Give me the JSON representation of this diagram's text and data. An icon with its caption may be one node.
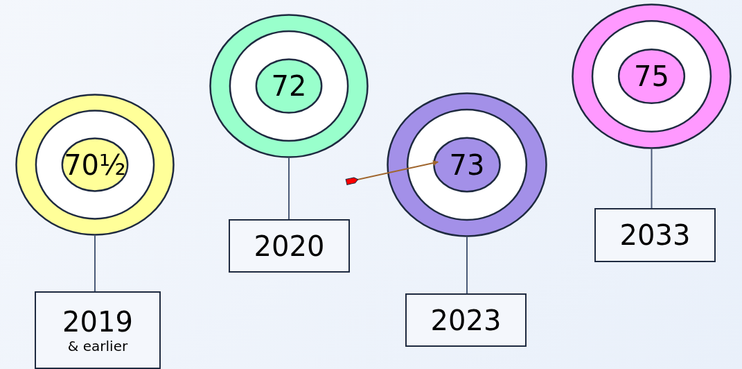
{
  "diagram": {
    "nodes": [
      {
        "text": [
          "70½"
        ]
      },
      {
        "text": [
          "2019",
          "& earlier"
        ]
      },
      {
        "text": [
          "72"
        ]
      },
      {
        "text": [
          "2020"
        ]
      },
      {
        "text": [
          "73"
        ]
      },
      {
        "text": [
          "2023"
        ]
      },
      {
        "text": [
          "75"
        ]
      },
      {
        "text": [
          "2033"
        ]
      }
    ],
    "edges": [
      {
        "from": 0,
        "to": 1,
        "arrow": "none"
      },
      {
        "from": 2,
        "to": 3,
        "arrow": "none"
      },
      {
        "from": 4,
        "to": 5,
        "arrow": "none"
      },
      {
        "from": 6,
        "to": 7,
        "arrow": "none"
      },
      {
        "from": null,
        "to": 4,
        "arrow": "to",
        "color": "#a0662e"
      }
    ]
  }
}
